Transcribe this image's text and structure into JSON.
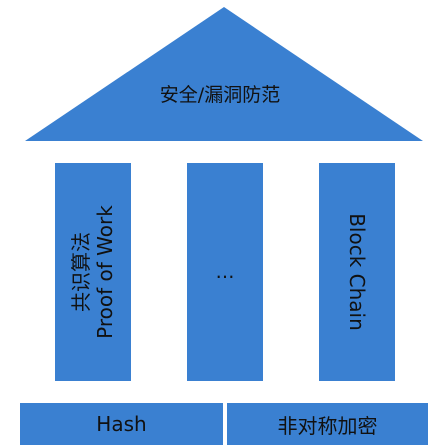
{
  "roof": {
    "label": "安全/漏洞防范"
  },
  "pillars": [
    {
      "line1": "共识算法",
      "line2": "Proof of Work"
    },
    {
      "label": "…"
    },
    {
      "label": "Block Chain"
    }
  ],
  "base": {
    "left_label": "Hash",
    "right_label": "非对称加密"
  },
  "colors": {
    "block_fill": "#3a80d1",
    "background": "#ffffff",
    "text": "#111111"
  }
}
